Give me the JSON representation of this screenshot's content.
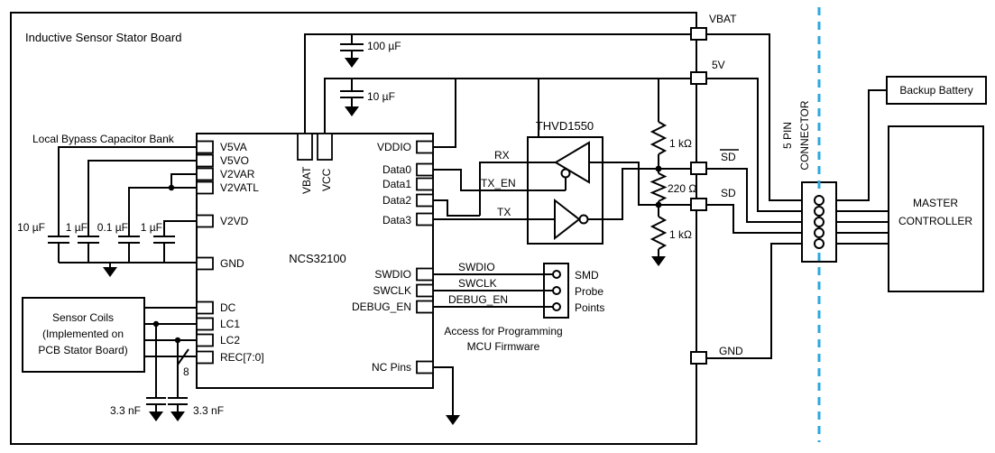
{
  "board": {
    "title": "Inductive Sensor Stator Board",
    "bank_label": "Local Bypass Capacitor Bank",
    "bank_caps": [
      "10 µF",
      "1 µF",
      "0.1 µF",
      "1 µF"
    ],
    "top_caps": [
      "100 µF",
      "10 µF"
    ],
    "sensor_coils": [
      "Sensor Coils",
      "(Implemented on",
      "PCB Stator Board)"
    ],
    "coil_caps": [
      "3.3 nF",
      "3.3 nF"
    ],
    "bus_width": "8"
  },
  "chip": {
    "name": "NCS32100",
    "pins": {
      "left": [
        "V5VA",
        "V5VO",
        "V2VAR",
        "V2VATL",
        "V2VD",
        "GND",
        "DC",
        "LC1",
        "LC2",
        "REC[7:0]"
      ],
      "top": [
        "VBAT",
        "VCC"
      ],
      "right": [
        "VDDIO",
        "Data0",
        "Data1",
        "Data2",
        "Data3",
        "SWDIO",
        "SWCLK",
        "DEBUG_EN"
      ],
      "nc": "NC Pins"
    }
  },
  "transceiver": {
    "name": "THVD1550",
    "nets": {
      "rx": "RX",
      "tx_en": "TX_EN",
      "tx": "TX"
    }
  },
  "resistors": {
    "top": "1 kΩ",
    "mid": "220 Ω",
    "bottom": "1 kΩ"
  },
  "terminals": {
    "vbat": "VBAT",
    "v5": "5V",
    "sd_bar": "SD",
    "sd": "SD",
    "gnd": "GND"
  },
  "debug": {
    "nets": {
      "swdio": "SWDIO",
      "swclk": "SWCLK",
      "debug_en": "DEBUG_EN"
    },
    "smd": [
      "SMD",
      "Probe",
      "Points"
    ],
    "caption": [
      "Access for Programming",
      "MCU Firmware"
    ]
  },
  "connector": {
    "label": [
      "5 PIN",
      "CONNECTOR"
    ]
  },
  "external": {
    "backup_battery": "Backup Battery",
    "master_controller": [
      "MASTER",
      "CONTROLLER"
    ]
  },
  "colors": {
    "wire": "#000000",
    "dashed_divider": "#29A8E0",
    "background": "#FFFFFF"
  }
}
